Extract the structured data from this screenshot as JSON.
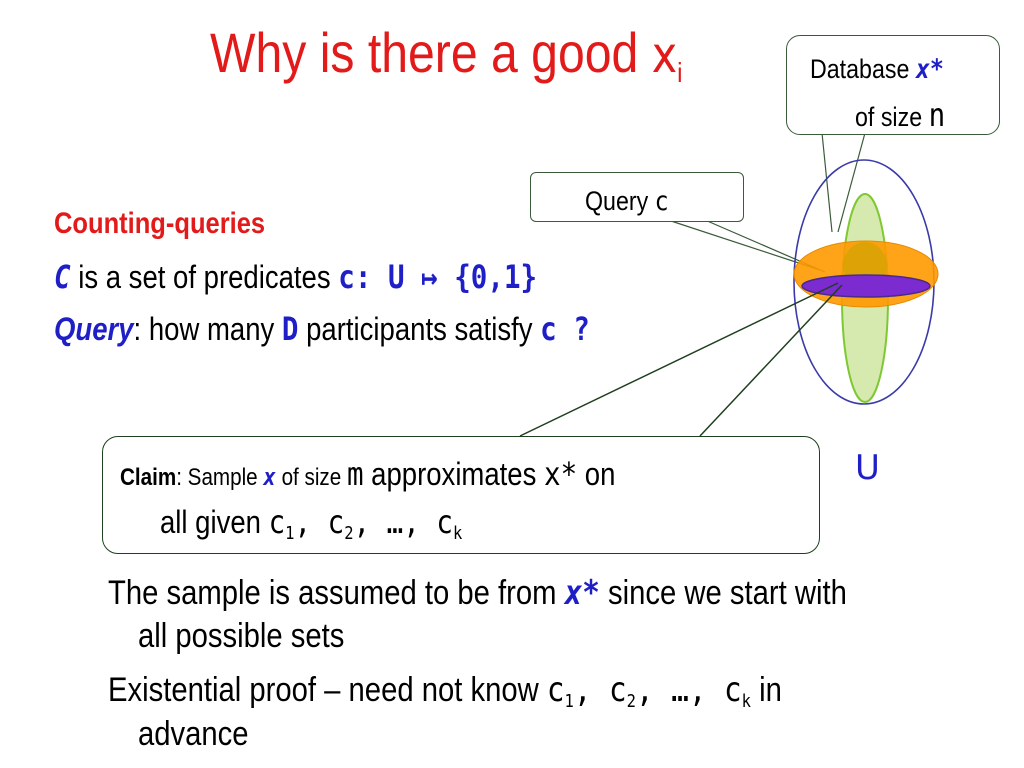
{
  "title": {
    "text": "Why is there a good ",
    "var": "x",
    "sub": "i"
  },
  "db_callout": {
    "line1_text": "Database ",
    "line1_var": "x*",
    "line2_text": "of size ",
    "line2_var": "n"
  },
  "query_callout": {
    "text": "Query ",
    "var": "c"
  },
  "counting": {
    "heading": "Counting-queries",
    "c_var": "C",
    "c_text": " is a set of predicates ",
    "c_map": "c: U ↦ {0,1}",
    "query_label": "Query",
    "query_text": ":  how many ",
    "query_d": "D",
    "query_text2": " participants satisfy ",
    "query_c": "c ?"
  },
  "claim": {
    "label": "Claim",
    "t1": ": Sample ",
    "x": "x",
    "t2": " of size ",
    "m": "m",
    "t3": " approximates ",
    "xstar": "x*",
    "t4": " on",
    "t5": "all given ",
    "c": "c",
    "s1": "1",
    "s2": "2",
    "sk": "k",
    "sep": ", ",
    "ellipsis": "…"
  },
  "universe_label": "U",
  "bullets": {
    "b1_part1": "The sample is assumed to be from ",
    "b1_var": "x*",
    "b1_part2": " since we start with",
    "b1_line2": "all possible sets",
    "b2_part1": "Existential proof – need not know ",
    "b2_part2": " in",
    "b2_line2": "advance"
  },
  "colors": {
    "title": "#e21a1a",
    "accent_blue": "#1f1fc8",
    "orange": "#ff9900",
    "purple": "#7b2bd0",
    "green_fill": "#d6eab0",
    "green_stroke": "#7ec832"
  }
}
